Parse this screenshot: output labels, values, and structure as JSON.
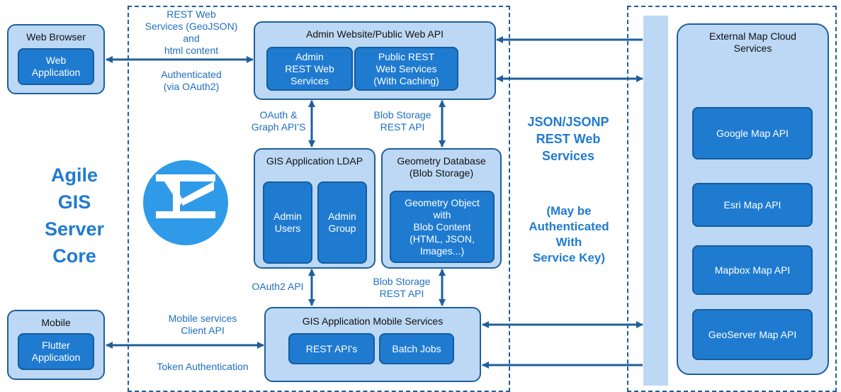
{
  "core": {
    "label": "Agile\nGIS\nServer\nCore"
  },
  "web_browser": {
    "title": "Web Browser",
    "app": "Web\nApplication"
  },
  "mobile": {
    "title": "Mobile",
    "app": "Flutter\nApplication"
  },
  "labels": {
    "rest_geojson": "REST Web\nServices (GeoJSON)\nand\nhtml content",
    "authenticated": "Authenticated\n(via OAuth2)",
    "oauth_graph": "OAuth &\nGraph API'S",
    "blob_rest_top": "Blob Storage\nREST API",
    "oauth2_api": "OAuth2 API",
    "blob_rest_bottom": "Blob Storage\nREST API",
    "mobile_client": "Mobile services\nClient API",
    "token_auth": "Token Authentication"
  },
  "admin_web": {
    "title": "Admin Website/Public Web API",
    "admin_rest": "Admin\nREST Web\nServices",
    "public_rest": "Public REST\nWeb  Services\n(With Caching)"
  },
  "ldap": {
    "title": "GIS Application LDAP",
    "admin_users": "Admin\nUsers",
    "admin_group": "Admin\nGroup"
  },
  "geometry_db": {
    "title": "Geometry Database\n(Blob Storage)",
    "object": "Geometry Object\nwith\nBlob Content\n(HTML, JSON,\nImages...)"
  },
  "mobile_services": {
    "title": "GIS Application Mobile Services",
    "rest_apis": "REST API's",
    "batch_jobs": "Batch Jobs"
  },
  "json_services": {
    "title": "JSON/JSONP\nREST Web\nServices",
    "note": "(May be\nAuthenticated\nWith\nService Key)"
  },
  "external": {
    "title": "External Map Cloud\nServices",
    "apis": [
      "Google Map API",
      "Esri Map API",
      "Mapbox Map API",
      "GeoServer Map API"
    ]
  },
  "colors": {
    "accent": "#1f7bd0",
    "box_fill": "#bcd8f5",
    "border": "#1f5f9c",
    "logo": "#2f9be8"
  }
}
